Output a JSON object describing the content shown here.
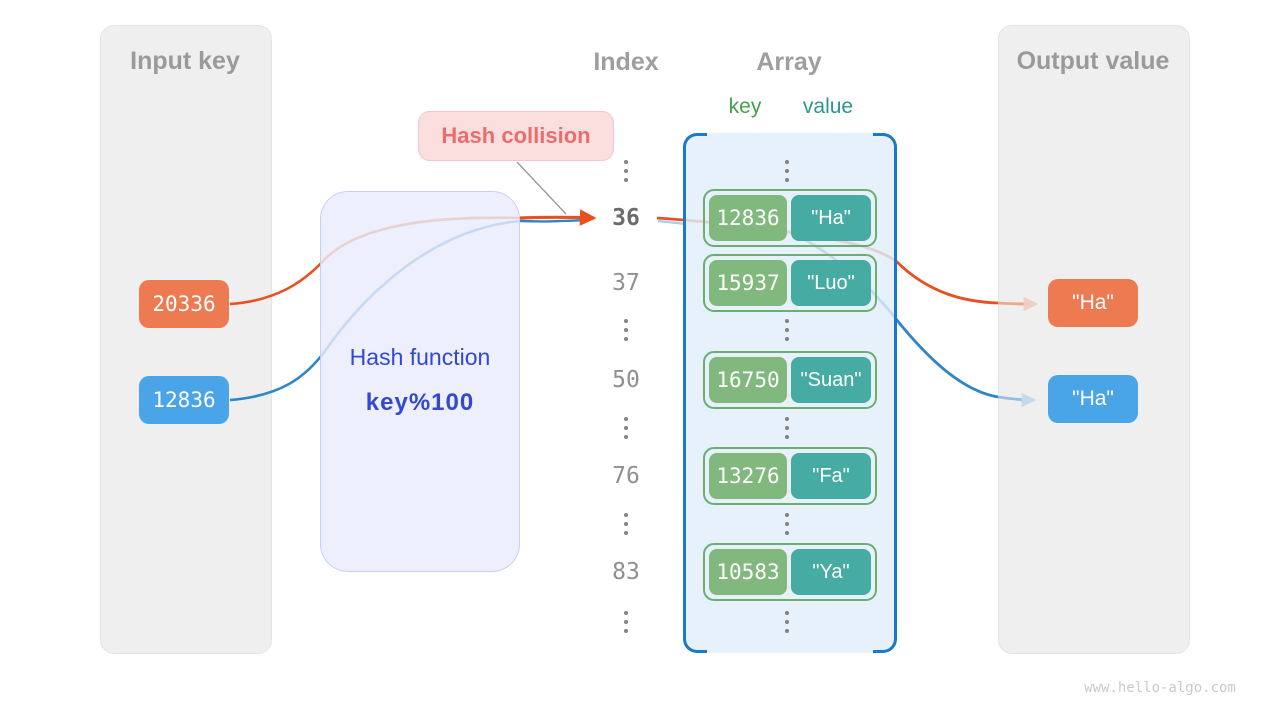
{
  "page": {
    "watermark": "www.hello-algo.com",
    "background": "#ffffff"
  },
  "panels": {
    "input": {
      "title": "Input key",
      "badges": [
        {
          "label": "20336",
          "color": "#ee7a52"
        },
        {
          "label": "12836",
          "color": "#4aa4e8"
        }
      ]
    },
    "output": {
      "title": "Output value",
      "badges": [
        {
          "label": "\"Ha\"",
          "color": "#ee7a52"
        },
        {
          "label": "\"Ha\"",
          "color": "#4aa4e8"
        }
      ]
    }
  },
  "hash_function": {
    "title": "Hash function",
    "formula": "key%100"
  },
  "collision_label": {
    "text": "Hash collision"
  },
  "index_column": {
    "title": "Index",
    "items": [
      "36",
      "37",
      "50",
      "76",
      "83"
    ],
    "highlighted_item": "36"
  },
  "array": {
    "title": "Array",
    "key_header": "key",
    "value_header": "value",
    "rows": [
      {
        "key": "12836",
        "value": "\"Ha\""
      },
      {
        "key": "15937",
        "value": "\"Luo\""
      },
      {
        "key": "16750",
        "value": "\"Suan\""
      },
      {
        "key": "13276",
        "value": "\"Fa\""
      },
      {
        "key": "10583",
        "value": "\"Ya\""
      }
    ]
  },
  "colors": {
    "orange_accent": "#e8511f",
    "blue_accent": "#2e86c8",
    "key_green": "#80b87d",
    "value_teal": "#45aba3",
    "array_border_blue": "#1a79c8",
    "hash_text_blue": "#3247d3",
    "collision_red": "#ea6d6d",
    "panel_gray": "#efefef"
  }
}
